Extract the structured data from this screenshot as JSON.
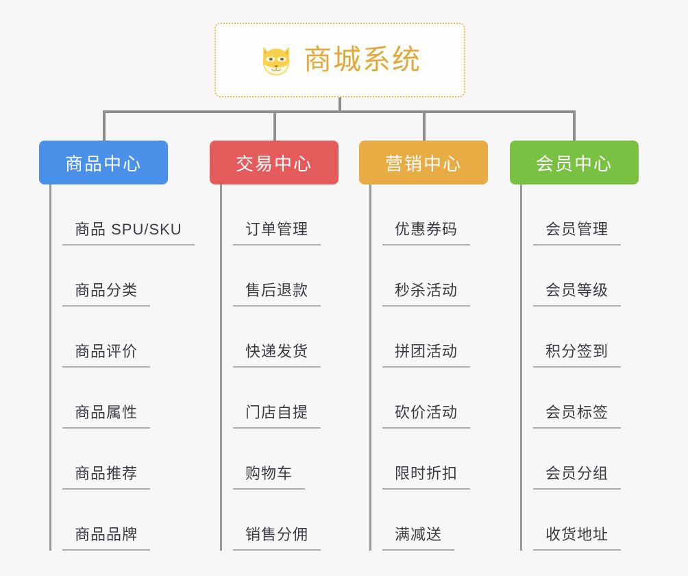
{
  "background_color": "#f7f7f7",
  "root": {
    "title": "商城系统",
    "icon": "shiba-dog-icon",
    "border_color": "#eab94e",
    "title_color": "#e0a93c",
    "fill_color": "#fdfdfb"
  },
  "connector_color": "#8e8e8e",
  "leaf": {
    "text_color": "#3b3b42",
    "underline_color": "#adadad",
    "spine_color": "#9a9a9a"
  },
  "columns": [
    {
      "title": "商品中心",
      "color": "#4a90e8",
      "text_color": "#ffffff",
      "items": [
        "商品 SPU/SKU",
        "商品分类",
        "商品评价",
        "商品属性",
        "商品推荐",
        "商品品牌"
      ]
    },
    {
      "title": "交易中心",
      "color": "#e35b5b",
      "text_color": "#ffffff",
      "items": [
        "订单管理",
        "售后退款",
        "快递发货",
        "门店自提",
        "购物车",
        "销售分佣"
      ]
    },
    {
      "title": "营销中心",
      "color": "#e9ab44",
      "text_color": "#ffffff",
      "items": [
        "优惠券码",
        "秒杀活动",
        "拼团活动",
        "砍价活动",
        "限时折扣",
        "满减送"
      ]
    },
    {
      "title": "会员中心",
      "color": "#79c143",
      "text_color": "#ffffff",
      "items": [
        "会员管理",
        "会员等级",
        "积分签到",
        "会员标签",
        "会员分组",
        "收货地址"
      ]
    }
  ]
}
